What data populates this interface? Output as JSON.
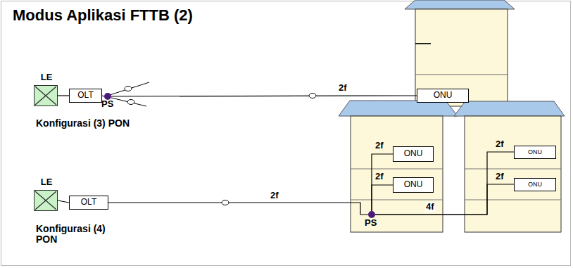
{
  "diagram": {
    "title": "Modus Aplikasi FTTB (2)",
    "nodes": [
      {
        "text": [
          "LE"
        ]
      },
      {
        "text": [
          "OLT"
        ]
      },
      {
        "text": [
          "PS"
        ]
      },
      {
        "text": [
          "ONU"
        ]
      },
      {
        "text": [
          "LE"
        ]
      },
      {
        "text": [
          "OLT"
        ]
      },
      {
        "text": [
          "ONU"
        ]
      },
      {
        "text": [
          "ONU"
        ]
      },
      {
        "text": [
          "PS"
        ]
      },
      {
        "text": [
          "ONU"
        ]
      },
      {
        "text": [
          "ONU"
        ]
      }
    ],
    "edges": [
      {
        "from": 0,
        "to": 1,
        "arrow": "none"
      },
      {
        "from": 1,
        "to": 2,
        "arrow": "none"
      },
      {
        "from": 2,
        "to": 3,
        "label": "2f",
        "arrow": "none"
      },
      {
        "from": 4,
        "to": 5,
        "arrow": "none"
      },
      {
        "from": 5,
        "to": 8,
        "label": "2f",
        "arrow": "none"
      },
      {
        "from": 8,
        "to": 6,
        "label": "2f",
        "arrow": "none"
      },
      {
        "from": 8,
        "to": 7,
        "label": "2f",
        "arrow": "none"
      },
      {
        "from": 8,
        "to": 9,
        "label": "2f",
        "arrow": "none"
      },
      {
        "from": 8,
        "to": 10,
        "label": "2f",
        "arrow": "none"
      }
    ],
    "labels": [
      "Konfigurasi (3) PON",
      "Konfigurasi (4) PON",
      "4f"
    ]
  }
}
